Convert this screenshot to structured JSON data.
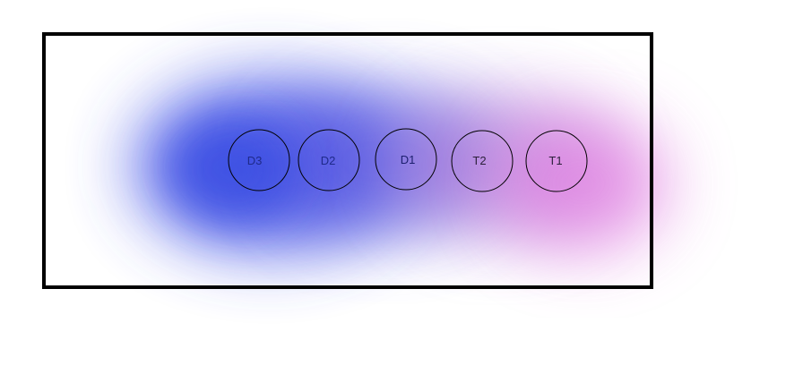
{
  "nodes": [
    {
      "id": "D3",
      "label": "D3",
      "text_color": "#1e2a8a"
    },
    {
      "id": "D2",
      "label": "D2",
      "text_color": "#1e2a8a"
    },
    {
      "id": "D1",
      "label": "D1",
      "text_color": "#1c1f6e"
    },
    {
      "id": "T2",
      "label": "T2",
      "text_color": "#2b1f3a"
    },
    {
      "id": "T1",
      "label": "T1",
      "text_color": "#2b1f3a"
    }
  ],
  "colors": {
    "background": "#ffffff",
    "frame": "#000000",
    "glow_blue": "#3c4ee6",
    "glow_magenta": "#e07be0",
    "node_outline": "#000000"
  }
}
